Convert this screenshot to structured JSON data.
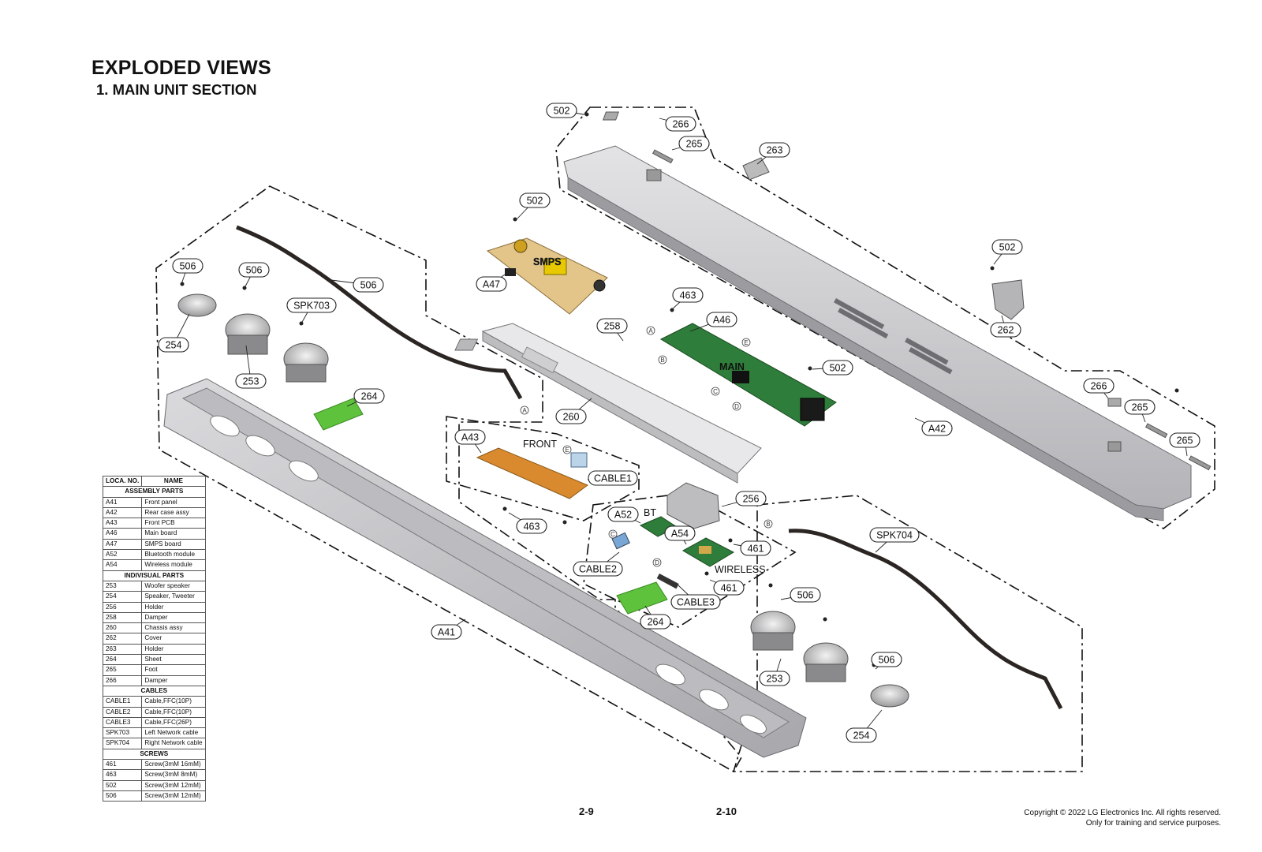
{
  "title": "EXPLODED VIEWS",
  "subtitle": "1. MAIN UNIT SECTION",
  "labels": {
    "smps": "SMPS",
    "main": "MAIN",
    "front": "FRONT",
    "bt": "BT",
    "wireless": "WIRELESS"
  },
  "callouts": [
    "502",
    "266",
    "265",
    "263",
    "502",
    "506",
    "506",
    "SPK703",
    "506",
    "A47",
    "254",
    "253",
    "463",
    "A46",
    "258",
    "502",
    "A42",
    "262",
    "502",
    "266",
    "265",
    "265",
    "264",
    "260",
    "A43",
    "CABLE1",
    "256",
    "A52",
    "A54",
    "461",
    "463",
    "CABLE2",
    "461",
    "CABLE3",
    "264",
    "SPK704",
    "506",
    "A41",
    "253",
    "506",
    "254"
  ],
  "connector_letters": [
    "A",
    "B",
    "C",
    "D",
    "E",
    "A",
    "B",
    "C",
    "D",
    "E"
  ],
  "legend": {
    "headers": [
      "LOCA. NO.",
      "NAME"
    ],
    "sections": [
      {
        "title": "ASSEMBLY PARTS",
        "rows": [
          [
            "A41",
            "Front panel"
          ],
          [
            "A42",
            "Rear case assy"
          ],
          [
            "A43",
            "Front PCB"
          ],
          [
            "A46",
            "Main board"
          ],
          [
            "A47",
            "SMPS board"
          ],
          [
            "A52",
            "Bluetooth module"
          ],
          [
            "A54",
            "Wireless module"
          ]
        ]
      },
      {
        "title": "INDIVISUAL PARTS",
        "rows": [
          [
            "253",
            "Woofer speaker"
          ],
          [
            "254",
            "Speaker, Tweeter"
          ],
          [
            "256",
            "Holder"
          ],
          [
            "258",
            "Damper"
          ],
          [
            "260",
            "Chassis assy"
          ],
          [
            "262",
            "Cover"
          ],
          [
            "263",
            "Holder"
          ],
          [
            "264",
            "Sheet"
          ],
          [
            "265",
            "Foot"
          ],
          [
            "266",
            "Damper"
          ]
        ]
      },
      {
        "title": "CABLES",
        "rows": [
          [
            "CABLE1",
            "Cable,FFC(10P)"
          ],
          [
            "CABLE2",
            "Cable,FFC(10P)"
          ],
          [
            "CABLE3",
            "Cable,FFC(26P)"
          ],
          [
            "SPK703",
            "Left Network cable"
          ],
          [
            "SPK704",
            "Right Network cable"
          ]
        ]
      },
      {
        "title": "SCREWS",
        "rows": [
          [
            "461",
            "Screw(3mM 16mM)"
          ],
          [
            "463",
            "Screw(3mM 8mM)"
          ],
          [
            "502",
            "Screw(3mM 12mM)"
          ],
          [
            "506",
            "Screw(3mM 12mM)"
          ]
        ]
      }
    ]
  },
  "page_left": "2-9",
  "page_right": "2-10",
  "copyright_line1": "Copyright © 2022 LG Electronics Inc. All rights reserved.",
  "copyright_line2": "Only for training and service purposes.",
  "colors": {
    "metal": "#c9c9cc",
    "pcb_green": "#2f7d3a",
    "pcb_front": "#d9892e",
    "sheet_green": "#5fc23c",
    "smps_board": "#e3c58a",
    "cable": "#2b2623"
  }
}
